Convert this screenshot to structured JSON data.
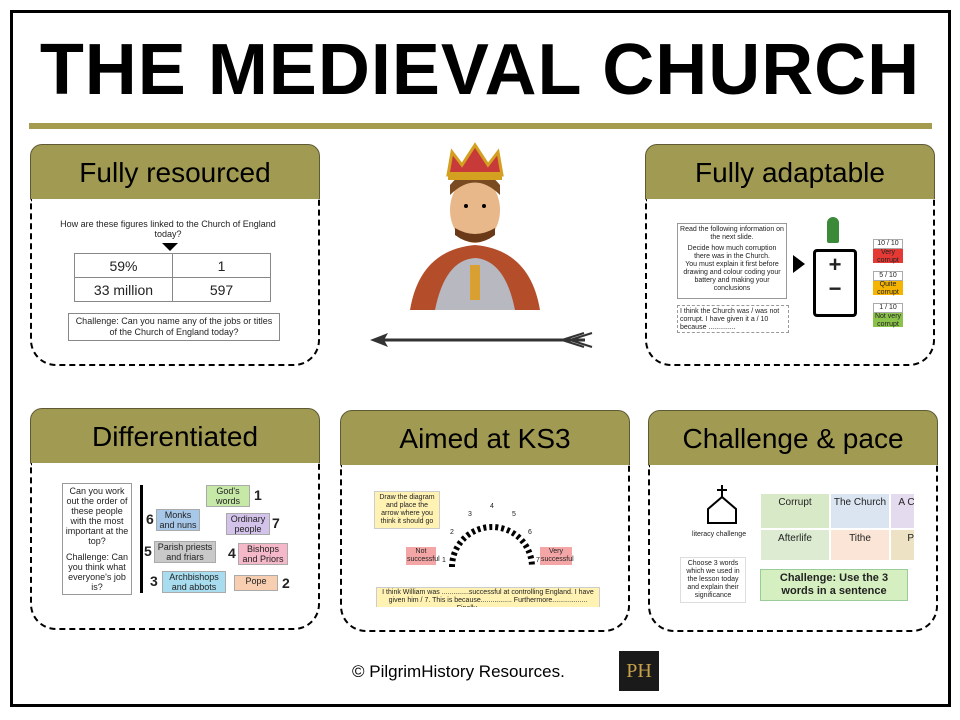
{
  "title": "THE MEDIEVAL CHURCH",
  "cards": {
    "fully_resourced": {
      "heading": "Fully resourced",
      "question": "How are these figures linked to the Church of England today?",
      "table": [
        [
          "59%",
          "1"
        ],
        [
          "33 million",
          "597"
        ]
      ],
      "challenge": "Challenge: Can you name any of the jobs or titles of the Church of England today?"
    },
    "fully_adaptable": {
      "heading": "Fully adaptable",
      "instructions_title": "Read the following information on the next slide.",
      "bullet1": "Decide how much corruption there was in the Church.",
      "bullet2": "You must explain it first before drawing and colour coding your battery and making your conclusions",
      "statement": "I think the Church was / was not corrupt. I have given it a / 10 because ..............",
      "scores": [
        {
          "score": "10 / 10",
          "label": "Very corrupt",
          "color": "#e53935"
        },
        {
          "score": "5 / 10",
          "label": "Quite corrupt",
          "color": "#f4b400"
        },
        {
          "score": "1 / 10",
          "label": "Not very corrupt",
          "color": "#8bc34a"
        }
      ],
      "battery_plus": "+",
      "battery_minus": "−"
    },
    "differentiated": {
      "heading": "Differentiated",
      "question": "Can you work out the order of these people with the most important at the top?",
      "challenge": "Challenge: Can you think what everyone's job is?",
      "tags": [
        {
          "num": "1",
          "label": "God's words",
          "color": "#c7e9a8"
        },
        {
          "num": "6",
          "label": "Monks and nuns",
          "color": "#a8c8ea"
        },
        {
          "num": "7",
          "label": "Ordinary people",
          "color": "#d3c2ea"
        },
        {
          "num": "5",
          "label": "Parish priests and friars",
          "color": "#c9c9c9"
        },
        {
          "num": "4",
          "label": "Bishops and Priors",
          "color": "#f4b8c8"
        },
        {
          "num": "3",
          "label": "Archbishops and abbots",
          "color": "#a8dcef"
        },
        {
          "num": "2",
          "label": "Pope",
          "color": "#f7ceb0"
        }
      ]
    },
    "aimed_ks3": {
      "heading": "Aimed at KS3",
      "instruction": "Draw the diagram and place the arrow where you think it should go",
      "left_label": "Not successful",
      "right_label": "Very successful",
      "dial_numbers": [
        "1",
        "2",
        "3",
        "4",
        "5",
        "6",
        "7"
      ],
      "sentence": "I think William was ..............successful at controlling England. I have given him / 7. This is because................ Furthermore.................. Finally......................"
    },
    "challenge_pace": {
      "heading": "Challenge & pace",
      "literacy": "literacy challenge",
      "task": "Choose 3 words which we used in the lesson today and explain their significance",
      "grid": [
        {
          "text": "Corrupt",
          "color": "#d8e9c7"
        },
        {
          "text": "The Church",
          "color": "#dbe5f1"
        },
        {
          "text": "A Church",
          "color": "#e4dbef"
        },
        {
          "text": "Afterlife",
          "color": "#dcebd1"
        },
        {
          "text": "Tithe",
          "color": "#fbe5d6"
        },
        {
          "text": "Pope",
          "color": "#ede3c4"
        }
      ],
      "challenge": "Challenge: Use the 3 words in a sentence"
    }
  },
  "footer": "© PilgrimHistory  Resources.",
  "logo": "PH",
  "colors": {
    "header_olive": "#a19a52",
    "rule": "#a59b4f"
  }
}
